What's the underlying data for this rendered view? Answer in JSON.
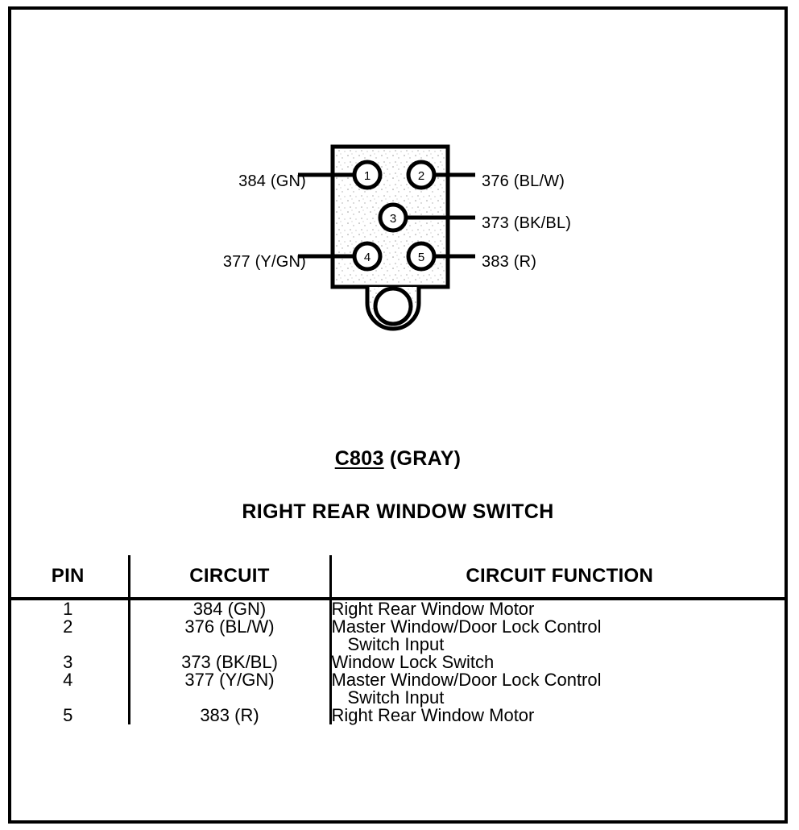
{
  "connector": {
    "id_label": "C803",
    "color_label": "(GRAY)",
    "title": "RIGHT REAR WINDOW SWITCH",
    "pins": [
      {
        "number": "1",
        "circuit": "384 (GN)",
        "side": "left"
      },
      {
        "number": "2",
        "circuit": "376 (BL/W)",
        "side": "right"
      },
      {
        "number": "3",
        "circuit": "373 (BK/BL)",
        "side": "right"
      },
      {
        "number": "4",
        "circuit": "377 (Y/GN)",
        "side": "left"
      },
      {
        "number": "5",
        "circuit": "383 (R)",
        "side": "right"
      }
    ]
  },
  "table": {
    "headers": {
      "pin": "PIN",
      "circuit": "CIRCUIT",
      "function": "CIRCUIT FUNCTION"
    },
    "rows": [
      {
        "pin": "1",
        "circuit": "384 (GN)",
        "function_line1": "Right Rear Window Motor",
        "function_line2": ""
      },
      {
        "pin": "2",
        "circuit": "376 (BL/W)",
        "function_line1": "Master Window/Door Lock Control",
        "function_line2": "Switch Input"
      },
      {
        "pin": "3",
        "circuit": "373 (BK/BL)",
        "function_line1": "Window Lock Switch",
        "function_line2": ""
      },
      {
        "pin": "4",
        "circuit": "377 (Y/GN)",
        "function_line1": "Master Window/Door Lock Control",
        "function_line2": "Switch Input"
      },
      {
        "pin": "5",
        "circuit": "383 (R)",
        "function_line1": "Right Rear Window Motor",
        "function_line2": ""
      }
    ]
  },
  "colors": {
    "ink": "#000000",
    "paper": "#ffffff"
  }
}
